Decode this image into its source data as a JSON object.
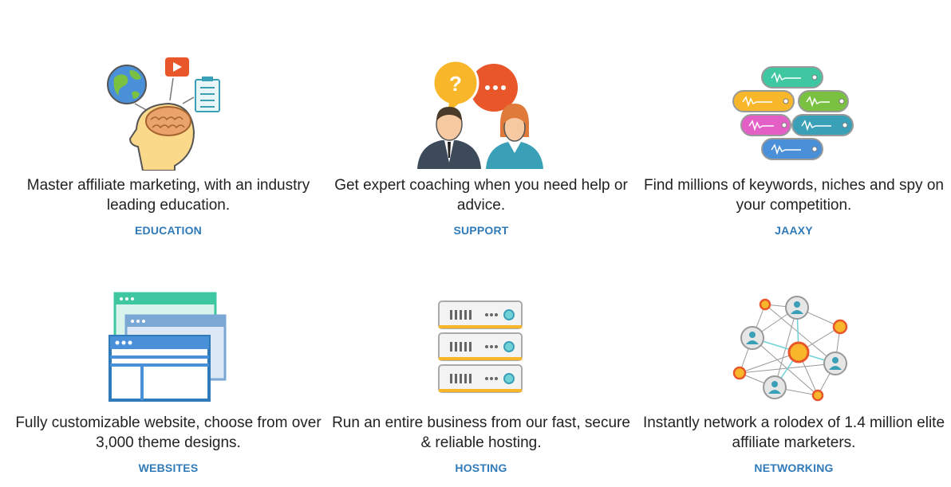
{
  "features": [
    {
      "description": "Master affiliate marketing, with an industry leading education.",
      "link": "EDUCATION",
      "icon": "education-icon"
    },
    {
      "description": "Get expert coaching when you need help or advice.",
      "link": "SUPPORT",
      "icon": "support-icon"
    },
    {
      "description": "Find millions of keywords, niches and spy on your competition.",
      "link": "JAAXY",
      "icon": "jaaxy-keywords-icon"
    },
    {
      "description": "Fully customizable website, choose from over 3,000 theme designs.",
      "link": "WEBSITES",
      "icon": "websites-icon"
    },
    {
      "description": "Run an entire business from our fast, secure & reliable hosting.",
      "link": "HOSTING",
      "icon": "hosting-servers-icon"
    },
    {
      "description": "Instantly network a rolodex of 1.4 million elite affiliate marketers.",
      "link": "NETWORKING",
      "icon": "networking-icon"
    }
  ],
  "colors": {
    "link": "#2f7ab8",
    "text": "#222222"
  }
}
